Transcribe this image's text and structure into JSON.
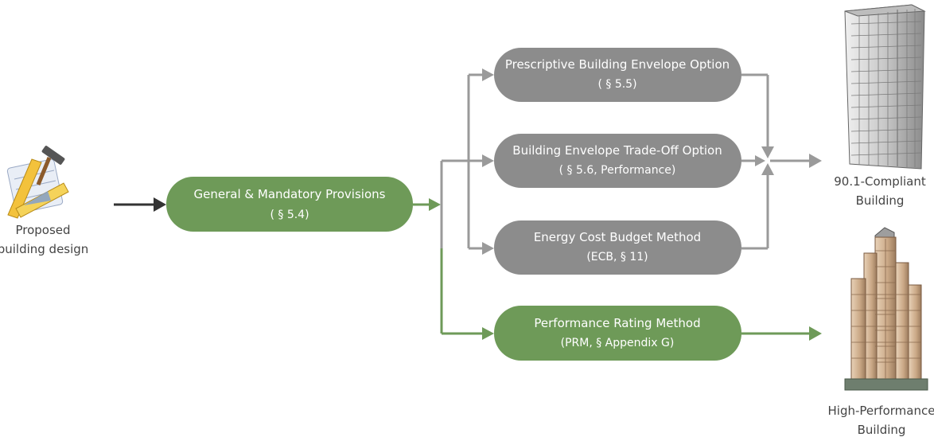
{
  "input": {
    "line1": "Proposed",
    "line2": "building design"
  },
  "mandatory": {
    "title": "General & Mandatory Provisions",
    "sub": "( § 5.4)"
  },
  "options": [
    {
      "title": "Prescriptive Building Envelope Option",
      "sub": "( § 5.5)"
    },
    {
      "title": "Building Envelope Trade-Off Option",
      "sub": "( § 5.6, Performance)"
    },
    {
      "title": "Energy Cost Budget Method",
      "sub": "(ECB, § 11)"
    }
  ],
  "prm": {
    "title": "Performance Rating Method",
    "sub": "(PRM, § Appendix G)"
  },
  "outputs": {
    "compliant": {
      "line1": "90.1-Compliant",
      "line2": "Building"
    },
    "high_performance": {
      "line1": "High-Performance",
      "line2": "Building"
    }
  },
  "colors": {
    "green": "#6e9a58",
    "gray": "#8c8c8c",
    "arrow_gray": "#9a9a9a",
    "dark_arrow": "#333333"
  }
}
